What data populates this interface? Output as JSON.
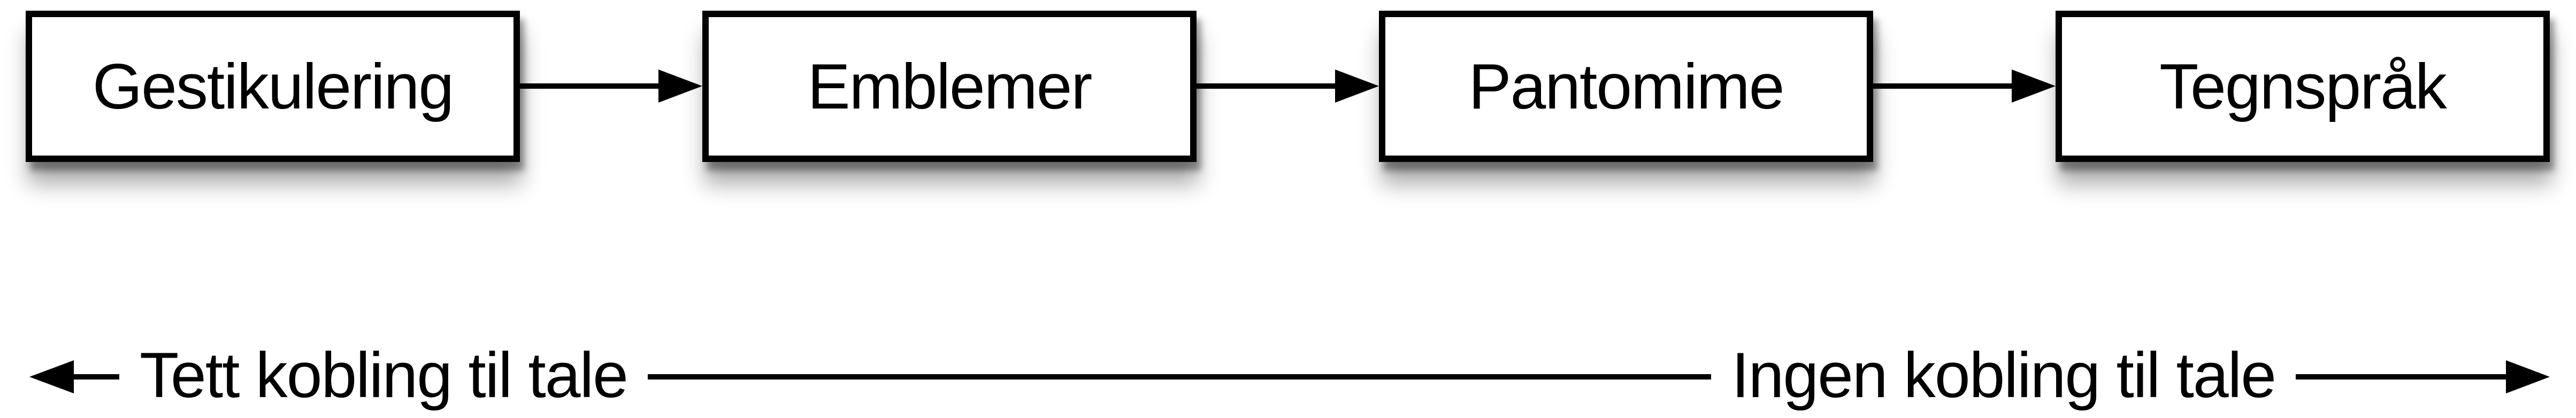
{
  "colors": {
    "background": "#ffffff",
    "box_fill": "#ffffff",
    "box_border": "#000000",
    "arrow": "#000000",
    "text": "#000000"
  },
  "flow": {
    "boxes": [
      {
        "label": "Gestikulering"
      },
      {
        "label": "Emblemer"
      },
      {
        "label": "Pantomime"
      },
      {
        "label": "Tegnspråk"
      }
    ]
  },
  "axis": {
    "left_label": "Tett kobling til tale",
    "right_label": "Ingen kobling til tale"
  }
}
